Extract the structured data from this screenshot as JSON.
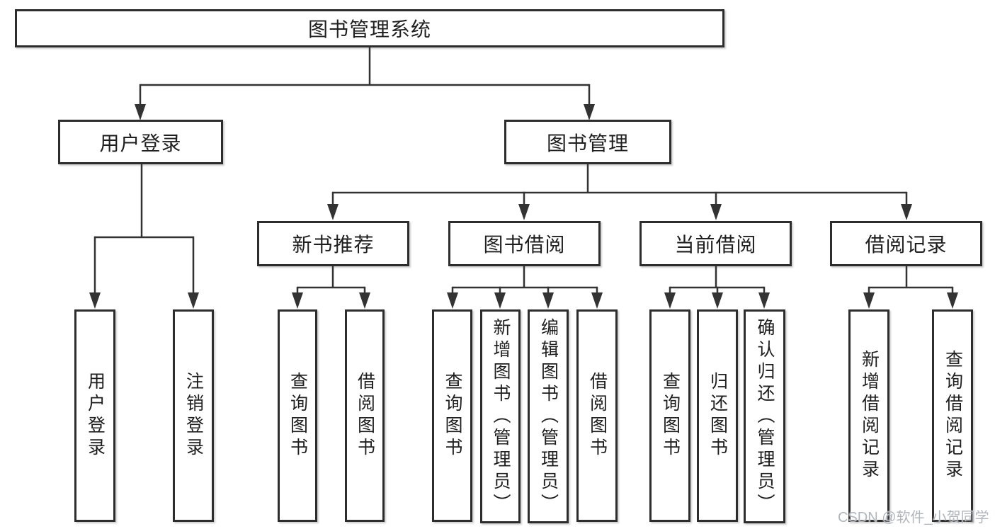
{
  "tree": {
    "root": {
      "label": "图书管理系统"
    },
    "children": [
      {
        "label": "用户登录",
        "children": [
          {
            "label": "用户登录"
          },
          {
            "label": "注销登录"
          }
        ]
      },
      {
        "label": "图书管理",
        "children": [
          {
            "label": "新书推荐",
            "children": [
              {
                "label": "查询图书"
              },
              {
                "label": "借阅图书"
              }
            ]
          },
          {
            "label": "图书借阅",
            "children": [
              {
                "label": "查询图书"
              },
              {
                "label": "新增图书（管理员）"
              },
              {
                "label": "编辑图书（管理员）"
              },
              {
                "label": "借阅图书"
              }
            ]
          },
          {
            "label": "当前借阅",
            "children": [
              {
                "label": "查询图书"
              },
              {
                "label": "归还图书"
              },
              {
                "label": "确认归还（管理员）"
              }
            ]
          },
          {
            "label": "借阅记录",
            "children": [
              {
                "label": "新增借阅记录"
              },
              {
                "label": "查询借阅记录"
              }
            ]
          }
        ]
      }
    ]
  },
  "watermark": {
    "text": "CSDN @软件_小贺同学"
  },
  "colors": {
    "line": "#333333",
    "border": "#2d2d2d",
    "text": "#1f1f1f",
    "watermark": "#b1b6bd",
    "background": "#ffffff"
  }
}
